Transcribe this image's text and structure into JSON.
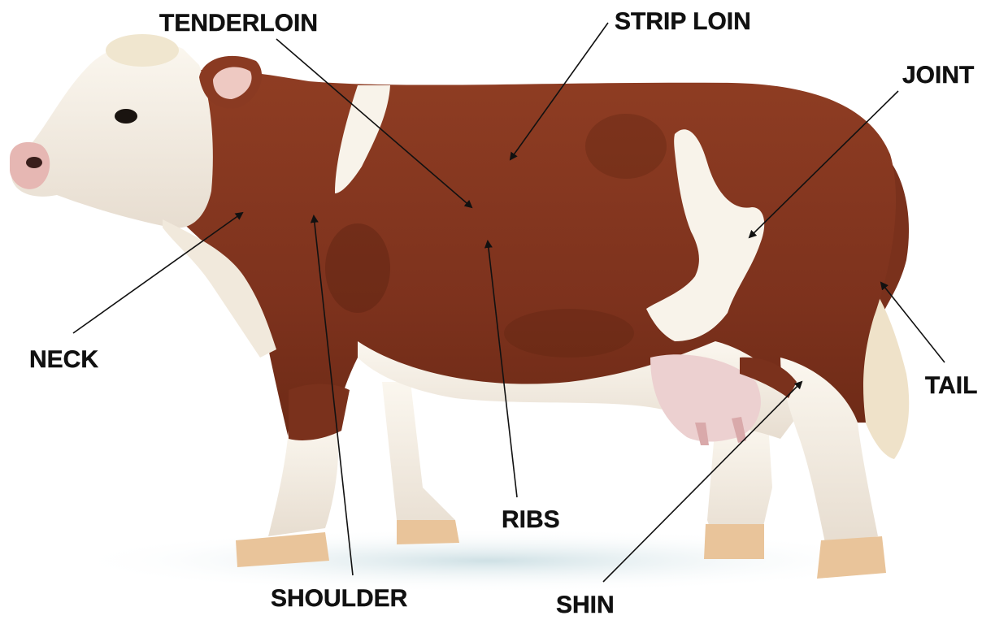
{
  "labels": {
    "tenderloin": "TENDERLOIN",
    "strip_loin": "STRIP LOIN",
    "joint": "JOINT",
    "neck": "NECK",
    "tail": "TAIL",
    "ribs": "RIBS",
    "shoulder": "SHOULDER",
    "shin": "SHIN"
  },
  "colors": {
    "coat_brown": "#8b3a22",
    "coat_white": "#f4efe6",
    "hoof": "#e9c49a",
    "nose": "#e6b7b3",
    "arrow": "#111111",
    "background": "#ffffff",
    "ground_shadow": "#cfe0e4"
  }
}
